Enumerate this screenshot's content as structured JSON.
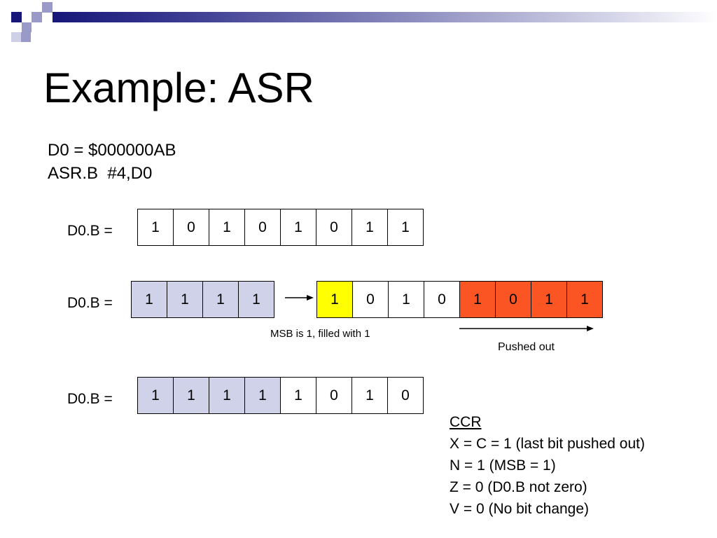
{
  "slide": {
    "title": "Example: ASR",
    "code": [
      "D0 = $000000AB",
      "ASR.B  #4,D0"
    ]
  },
  "rows": [
    {
      "label": "D0.B =",
      "bits": [
        "1",
        "0",
        "1",
        "0",
        "1",
        "0",
        "1",
        "1"
      ]
    },
    {
      "label": "D0.B =",
      "filled_bits": [
        "1",
        "1",
        "1",
        "1"
      ],
      "bits": [
        "1",
        "0",
        "1",
        "0",
        "1",
        "0",
        "1",
        "1"
      ]
    },
    {
      "label": "D0.B =",
      "bits": [
        "1",
        "1",
        "1",
        "1",
        "1",
        "0",
        "1",
        "0"
      ]
    }
  ],
  "notes": {
    "msb": "MSB is 1, filled with 1",
    "pushed": "Pushed out"
  },
  "ccr": {
    "title": "CCR",
    "lines": [
      "X = C = 1 (last bit pushed out)",
      "N = 1 (MSB = 1)",
      "Z = 0 (D0.B not zero)",
      "V = 0 (No bit change)"
    ]
  },
  "colors": {
    "filled_bits": "#d0d2ea",
    "msb_bit": "#ffff00",
    "pushed_out_bits": "#fa5522",
    "template_bar": "#17177a",
    "template_squares": "#9a9ac8"
  }
}
